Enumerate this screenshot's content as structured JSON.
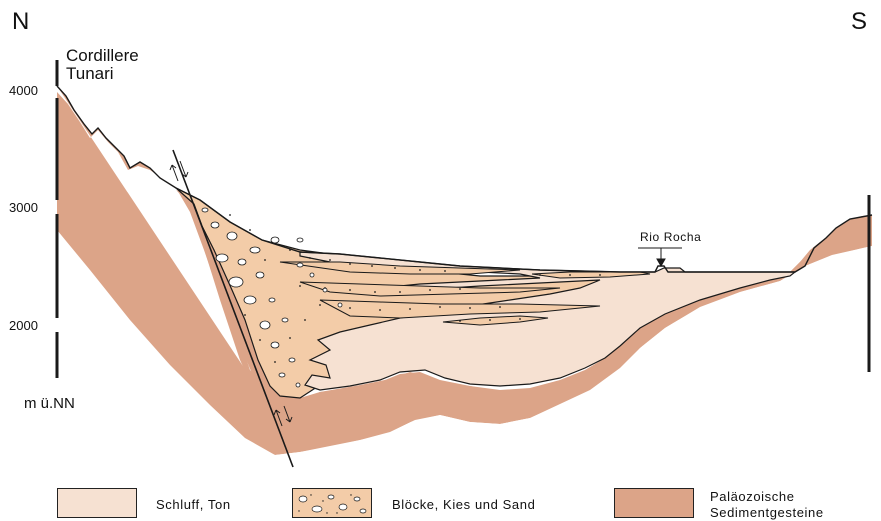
{
  "header": {
    "north": "N",
    "south": "S"
  },
  "place_label": {
    "line1": "Cordillere",
    "line2": "Tunari"
  },
  "axis": {
    "ticks": [
      "4000",
      "3000",
      "2000"
    ],
    "unit": "m ü.NN"
  },
  "river_label": "Rio Rocha",
  "legend": {
    "items": [
      {
        "label": "Schluff, Ton",
        "color": "#f6e1d2"
      },
      {
        "label": "Blöcke, Kies und Sand",
        "color": "#f3cca8"
      },
      {
        "label_line1": "Paläozoische",
        "label_line2": "Sedimentgesteine",
        "color": "#dca488"
      }
    ]
  },
  "colors": {
    "bedrock": "#dca488",
    "gravel": "#f3cca8",
    "silt": "#f6e1d2",
    "outline": "#1a1a1a"
  }
}
